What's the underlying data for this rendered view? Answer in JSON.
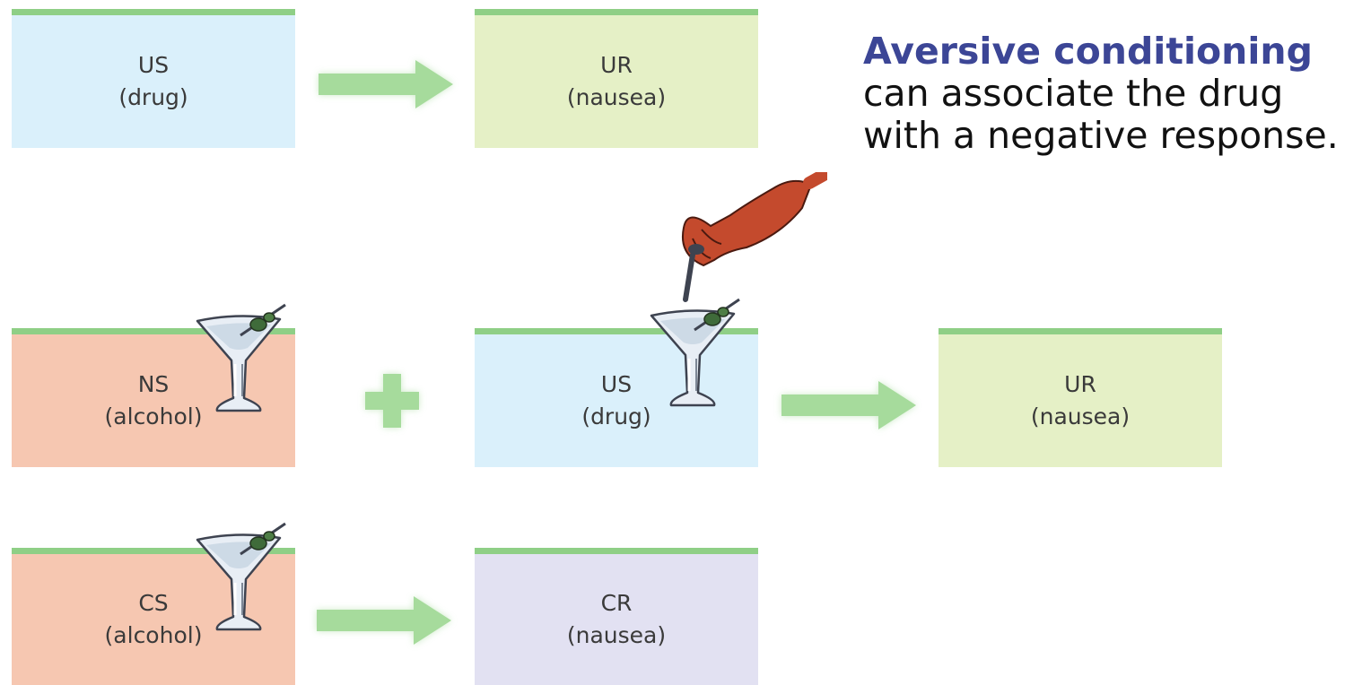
{
  "heading": {
    "highlight": "Aversive conditioning",
    "body": "can associate the drug with a negative response."
  },
  "colors": {
    "stripe": "#8fcf86",
    "us_box": "#daf0fb",
    "ur_box": "#e5f0c6",
    "ns_cs_box": "#f6c7b1",
    "cr_box": "#e2e1f2",
    "arrow": "#a6db9c",
    "heading_highlight": "#3c4696"
  },
  "row1": {
    "stimulus": {
      "label": "US",
      "sub": "(drug)"
    },
    "response": {
      "label": "UR",
      "sub": "(nausea)"
    }
  },
  "row2": {
    "neutral": {
      "label": "NS",
      "sub": "(alcohol)"
    },
    "stimulus": {
      "label": "US",
      "sub": "(drug)"
    },
    "response": {
      "label": "UR",
      "sub": "(nausea)"
    }
  },
  "row3": {
    "stimulus": {
      "label": "CS",
      "sub": "(alcohol)"
    },
    "response": {
      "label": "CR",
      "sub": "(nausea)"
    }
  },
  "icons": [
    "arrow-right-icon",
    "plus-icon",
    "martini-glass-icon",
    "hand-dropper-icon"
  ]
}
